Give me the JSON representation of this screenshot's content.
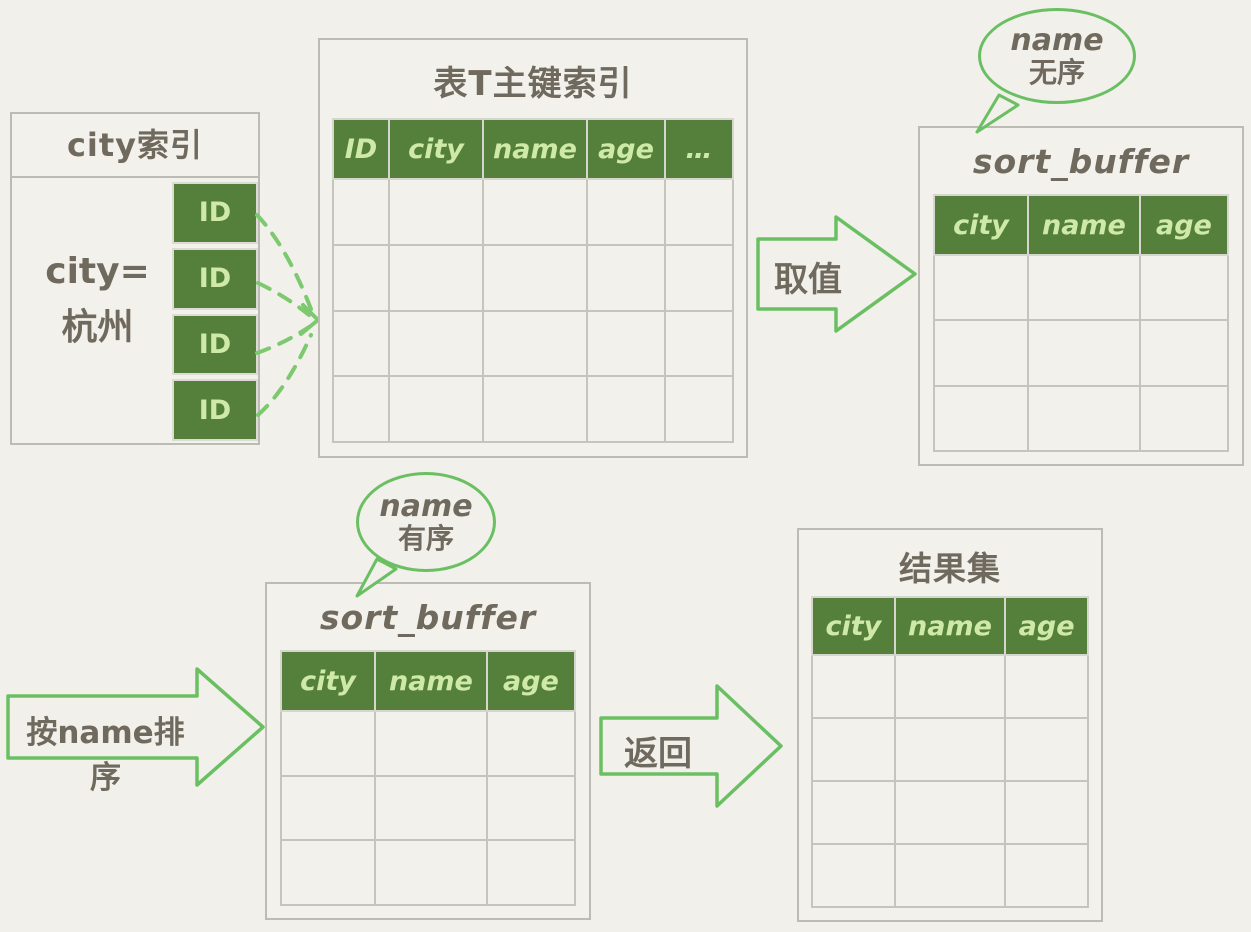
{
  "colors": {
    "header_green": "#54803c",
    "header_text_green": "#cfeaa8",
    "accent_green": "#6abf63",
    "dashed_green": "#7cc96f",
    "ink": "#6f695e",
    "border_gray": "#bdbcb4",
    "background": "#f1f0ea"
  },
  "city_index": {
    "title": "city索引",
    "condition": [
      "city=",
      "杭州"
    ],
    "ids": [
      "ID",
      "ID",
      "ID",
      "ID"
    ]
  },
  "primary_table": {
    "title": "表T主键索引",
    "columns": [
      "ID",
      "city",
      "name",
      "age",
      "…"
    ],
    "empty_rows": 4
  },
  "arrows": {
    "fetch": "取值",
    "sort": "按name排序",
    "return": "返回"
  },
  "sort_buffer_top": {
    "title": "sort_buffer",
    "columns": [
      "city",
      "name",
      "age"
    ],
    "bubble": [
      "name",
      "无序"
    ],
    "empty_rows": 3
  },
  "sort_buffer_bottom": {
    "title": "sort_buffer",
    "columns": [
      "city",
      "name",
      "age"
    ],
    "bubble": [
      "name",
      "有序"
    ],
    "empty_rows": 3
  },
  "result_set": {
    "title": "结果集",
    "columns": [
      "city",
      "name",
      "age"
    ],
    "empty_rows": 4
  }
}
